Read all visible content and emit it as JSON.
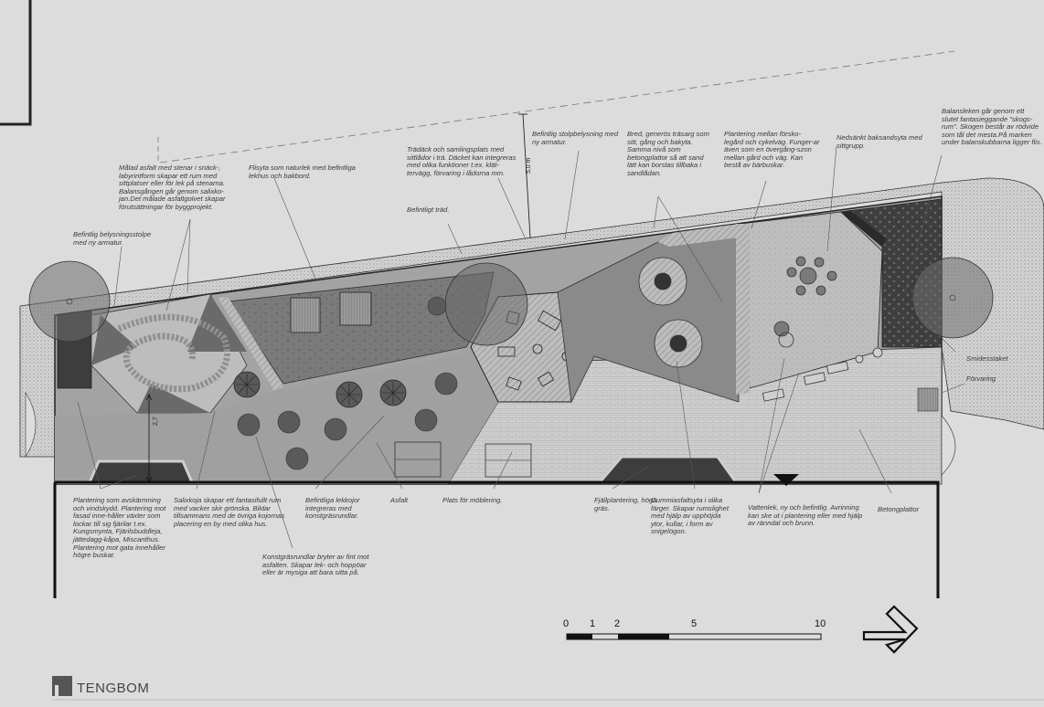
{
  "labels": {
    "painted_asphalt": "Målad asfalt med stenar i snäck-, labyrintform skapar ett rum med sittplatser eller för lek på stenarna. Balansgången går genom salixko-jan.Det målade asfaltgolvet skapar förutsättningar för byggprojekt.",
    "existing_pole_left": "Befintlig belysningsstolpe med ny armatur.",
    "chips_surface": "Flisyta som naturlek med befintliga lekhus och bakbord.",
    "deck": "Trädäck och samlingsplats med sittlådor i trä. Däcket kan integreras med olika funktioner t.ex. klät-tervägg, förvaring i lådorna mm.",
    "existing_tree": "Befintligt träd.",
    "existing_pole": "Befintlig stolpbelysning med ny armatur.",
    "sandbox": "Bred, generös träsarg som sitt, gång och bakyta. Samma nivå som betongplattor så att sand lätt kan borstas tillbaka i sandlådan.",
    "planting_between": "Plantering mellan försko-legård och cykelväg. Funger-ar även som en övergång-szon mellan gård och väg. Kan bestå av bärbuskar.",
    "sunken_sand": "Nedsänkt baksandsyta med sittgrupp.",
    "balance_play": "Balansleken går genom ett slutet fantasieggande \"skogs-rum\". Skogen består av rödvide som tål det mesta.På marken under balanskubbarna ligger flis.",
    "wrought_fence": "Smidesstaket",
    "storage": "Förvaring",
    "planting_screen": "Plantering som avskärmning och vindskydd. Plantering mot fasad inne-håller växter som lockar till sig fjärilar t.ex. Kungsmynta, Fjärilsbuddleja, jättedagg-kåpa, Miscanthus. Plantering mot gata innehåller högre buskar.",
    "salix_hut": "Salixkoja skapar ett fantasifullt rum med vacker skir grönska. Bildar tillsammans med de övriga kojornas placering en by med olika hus.",
    "turf_circles": "Konstgräsrundlar bryter av fint mot asfalten. Skapar lek- och hoppöar eller är mysiga att bara sitta på.",
    "play_hats": "Befintliga lekkojor integreras med konstgräsrundlar.",
    "asphalt": "Asfalt",
    "furniture_place": "Plats för möblering.",
    "fell_planting": "Fjällplantering, höga gräs.",
    "rubber_asphalt": "Gummiasfaltsyta i olika färger. Skapar rumslighet med hjälp av upphöjda ytor, kullar, i form av snigelögon.",
    "water_play": "Vattenlek, ny och befintlig. Avrinning kan ske ut i plantering eller med hjälp av ränndal och brunn.",
    "concrete_slabs": "Betongplattor"
  },
  "dimensions": {
    "width_5m": "5,0 m",
    "height_27": "2,7"
  },
  "scale_bar": {
    "ticks": [
      "0",
      "1",
      "2",
      "5",
      "10"
    ]
  },
  "brand": {
    "name": "TENGBOM"
  },
  "colors": {
    "background": "#dcdcdc",
    "dark": "#4a4a4a",
    "mid": "#8a8a8a",
    "light": "#c8c8c8"
  }
}
